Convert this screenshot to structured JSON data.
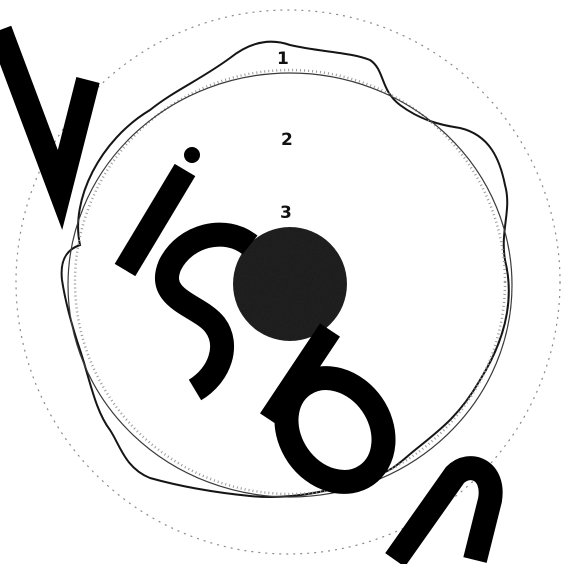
{
  "labels": {
    "one": "1",
    "two": "2",
    "three": "3"
  },
  "watermark": {
    "text": "Vision"
  },
  "colors": {
    "background": "#ffffff",
    "outline": "#111111",
    "dotted": "#777777",
    "core": "#222222",
    "watermark": "#000000"
  }
}
